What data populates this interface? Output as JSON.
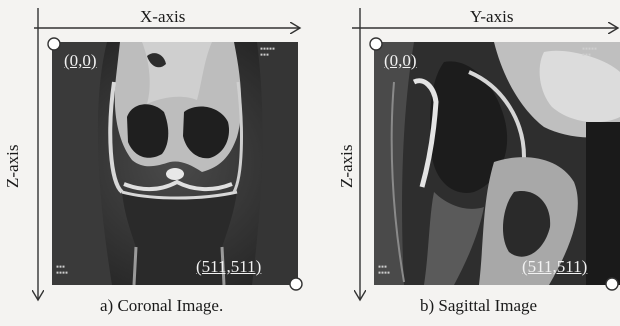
{
  "panels": [
    {
      "x_axis_label": "X-axis",
      "z_axis_label": "Z-axis",
      "origin_label": "(0,0)",
      "corner_label": "(511,511)",
      "caption": "a) Coronal Image."
    },
    {
      "x_axis_label": "Y-axis",
      "z_axis_label": "Z-axis",
      "origin_label": "(0,0)",
      "corner_label": "(511,511)",
      "caption": "b) Sagittal Image"
    }
  ]
}
